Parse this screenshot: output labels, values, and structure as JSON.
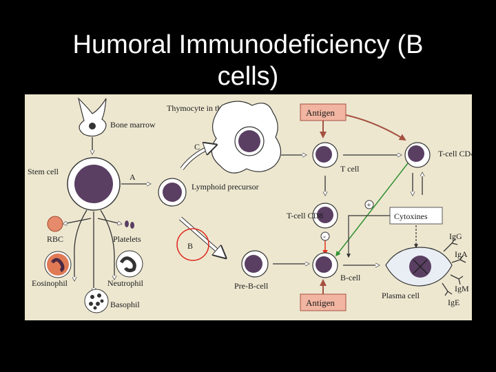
{
  "slide": {
    "title_line1": "Humoral Immunodeficiency (B",
    "title_line2": "cells)"
  },
  "diagram": {
    "bone_marrow": "Bone marrow",
    "stem_cell": "Stem cell",
    "thymocyte": "Thymocyte in thymus",
    "letter_c": "C",
    "letter_a": "A",
    "letter_b": "B",
    "lymphoid_precursor": "Lymphoid precursor",
    "rbc": "RBC",
    "platelets": "Platelets",
    "eosinophil": "Eosinophil",
    "neutrophil": "Neutrophil",
    "basophil": "Basophil",
    "antigen_top": "Antigen",
    "antigen_bottom": "Antigen",
    "t_cell": "T cell",
    "t_cell_cd4": "T-cell CD4",
    "t_cell_cd8": "T-cell CD8",
    "cytoxines": "Cytoxines",
    "plus_sign": "+",
    "minus_sign": "-",
    "pre_b_cell": "Pre-B-cell",
    "b_cell": "B-cell",
    "plasma_cell": "Plasma cell",
    "igg": "IgG",
    "iga": "IgA",
    "igm": "IgM",
    "ige": "IgE"
  },
  "colors": {
    "background": "#000000",
    "panel": "#ede7d0",
    "nucleus": "#5a3f63",
    "antigen_box": "#f1b5a1",
    "green_arrow": "#2f8f2f",
    "red_arrow": "#e03020",
    "highlight_circle": "#e02a20"
  }
}
